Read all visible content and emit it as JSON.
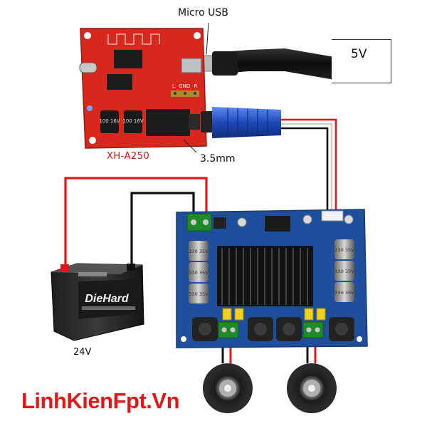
{
  "labels": {
    "micro_usb": "Micro USB",
    "supply_5v": "5V",
    "jack_35": "3.5mm",
    "module_model": "XH-A250",
    "battery_voltage": "24V",
    "brand": "LinhKienFpt.Vn"
  },
  "battery": {
    "brand": "DieHard"
  },
  "bt_board": {
    "pin_labels": [
      "L",
      "GND",
      "R"
    ],
    "capacitors": [
      "100 16V",
      "100 16V"
    ]
  },
  "amp_board": {
    "capacitor_labels": [
      "330 35V",
      "330 35V",
      "330 35V",
      "330 35V",
      "330 35V",
      "330 35V"
    ]
  },
  "colors": {
    "bt_board": "#d8281e",
    "amp_board": "#1f4f9c",
    "wire_red": "#e01818",
    "wire_black": "#111111",
    "brand": "#e01818",
    "jack": "#2456c4"
  }
}
